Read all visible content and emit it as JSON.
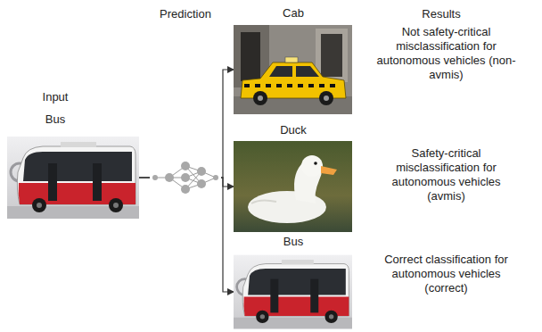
{
  "diagram": {
    "nodes": [
      {
        "text": [
          "Input",
          "Bus"
        ]
      },
      {
        "text": [
          "Cab"
        ]
      },
      {
        "text": [
          "Duck"
        ]
      },
      {
        "text": [
          "Bus"
        ]
      }
    ],
    "edges": [
      {
        "from": 0,
        "to": 1,
        "arrow": "to"
      },
      {
        "from": 0,
        "to": 2,
        "arrow": "to"
      },
      {
        "from": 0,
        "to": 3,
        "arrow": "to"
      }
    ],
    "labels": [
      "Prediction",
      "Results",
      "Not safety-critical misclassification for autonomous vehicles (non-avmis)",
      "Safety-critical misclassification for autonomous vehicles (avmis)",
      "Correct classification for autonomous vehicles (correct)"
    ]
  }
}
